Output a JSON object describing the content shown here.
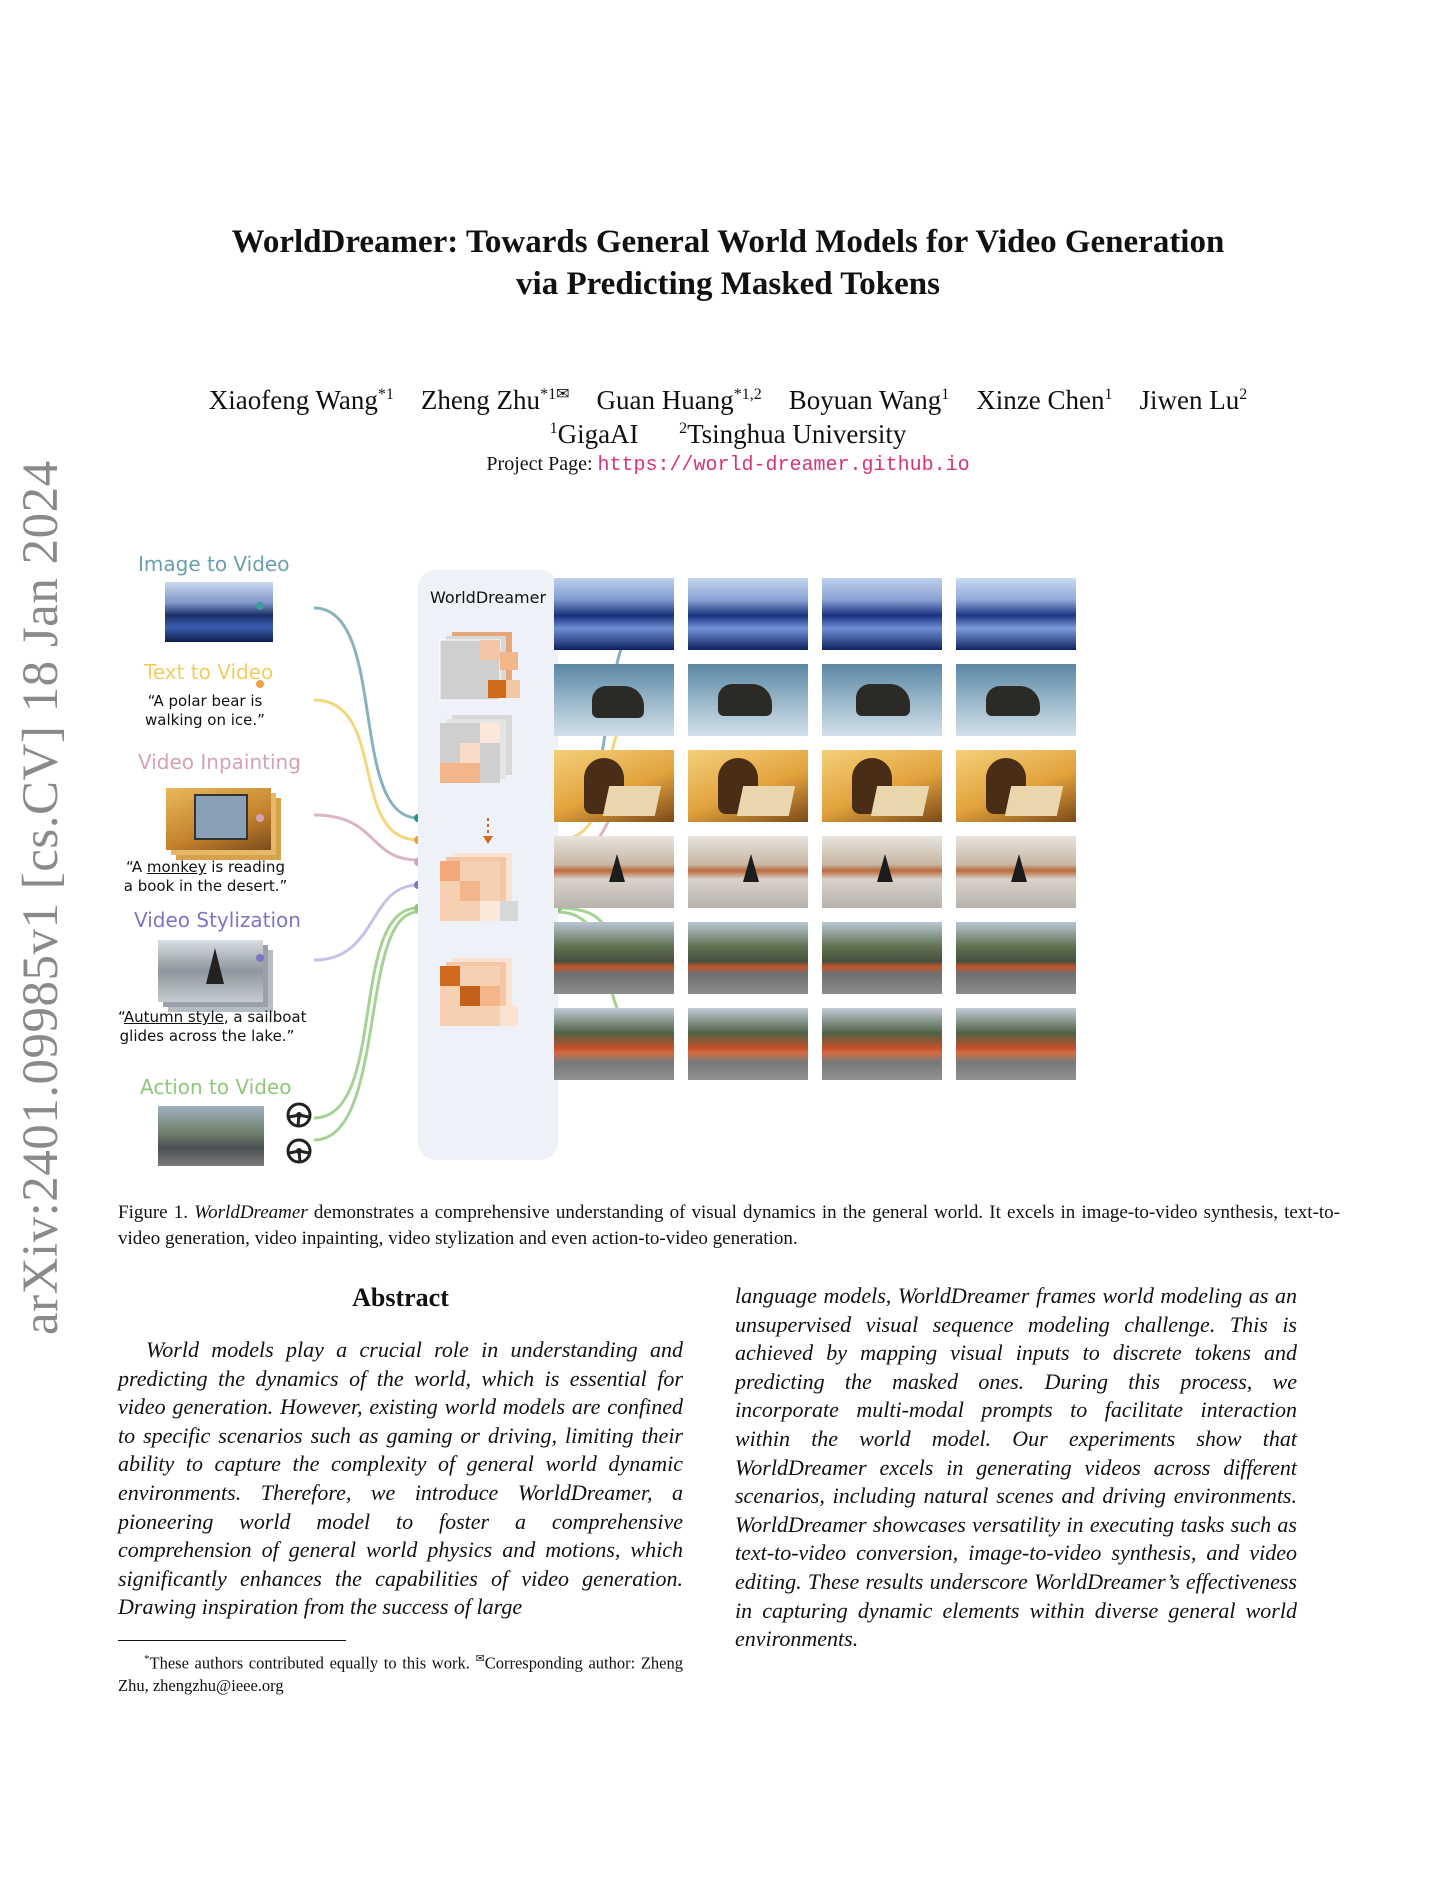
{
  "arxiv_stamp": "arXiv:2401.09985v1  [cs.CV]  18 Jan 2024",
  "title_line1": "WorldDreamer: Towards General World Models for Video Generation",
  "title_line2": "via Predicting Masked Tokens",
  "authors": [
    {
      "name": "Xiaofeng Wang",
      "sup": "*1"
    },
    {
      "name": "Zheng Zhu",
      "sup": "*1✉"
    },
    {
      "name": "Guan Huang",
      "sup": "*1,2"
    },
    {
      "name": "Boyuan Wang",
      "sup": "1"
    },
    {
      "name": "Xinze Chen",
      "sup": "1"
    },
    {
      "name": "Jiwen Lu",
      "sup": "2"
    }
  ],
  "affiliations": [
    {
      "sup": "1",
      "name": "GigaAI"
    },
    {
      "sup": "2",
      "name": "Tsinghua University"
    }
  ],
  "project_page_label": "Project Page:",
  "project_page_url": "https://world-dreamer.github.io",
  "figure": {
    "panel_title": "WorldDreamer",
    "tasks": [
      {
        "label": "Image to Video",
        "color": "#6a9fae",
        "caption": ""
      },
      {
        "label": "Text to Video",
        "color": "#f1cd5d",
        "caption_line1": "“A polar bear is",
        "caption_line2": "walking on ice.”"
      },
      {
        "label": "Video Inpainting",
        "color": "#d3a1b8",
        "caption_line1_pre": "“A ",
        "caption_line1_u": "monkey",
        "caption_line1_post": " is reading",
        "caption_line2": "a book in the desert.”"
      },
      {
        "label": "Video Stylization",
        "color": "#7c75c6",
        "caption_line1_pre": "“",
        "caption_line1_u": "Autumn style",
        "caption_line1_post": ", a sailboat",
        "caption_line2": "glides across the lake.”"
      },
      {
        "label": "Action to Video",
        "color": "#8fc77a",
        "caption": ""
      }
    ],
    "caption_label": "Figure 1.",
    "caption_italic": "WorldDreamer",
    "caption_text": " demonstrates a comprehensive understanding of visual dynamics in the general world. It excels in image-to-video synthesis, text-to-video generation, video inpainting, video stylization and even action-to-video generation."
  },
  "abstract": {
    "heading": "Abstract",
    "left": "World models play a crucial role in understanding and predicting the dynamics of the world, which is essential for video generation. However, existing world models are confined to specific scenarios such as gaming or driving, limiting their ability to capture the complexity of general world dynamic environments. Therefore, we introduce WorldDreamer, a pioneering world model to foster a comprehensive comprehension of general world physics and motions, which significantly enhances the capabilities of video generation. Drawing inspiration from the success of large",
    "right": "language models, WorldDreamer frames world modeling as an unsupervised visual sequence modeling challenge. This is achieved by mapping visual inputs to discrete tokens and predicting the masked ones. During this process, we incorporate multi-modal prompts to facilitate interaction within the world model. Our experiments show that WorldDreamer excels in generating videos across different scenarios, including natural scenes and driving environments. WorldDreamer showcases versatility in executing tasks such as text-to-video conversion, image-to-video synthesis, and video editing. These results underscore WorldDreamer’s effectiveness in capturing dynamic elements within diverse general world environments."
  },
  "footnote": {
    "star": "*",
    "text1": "These authors contributed equally to this work. ",
    "mail": "✉",
    "text2": "Corresponding author: Zheng Zhu, zhengzhu@ieee.org"
  }
}
